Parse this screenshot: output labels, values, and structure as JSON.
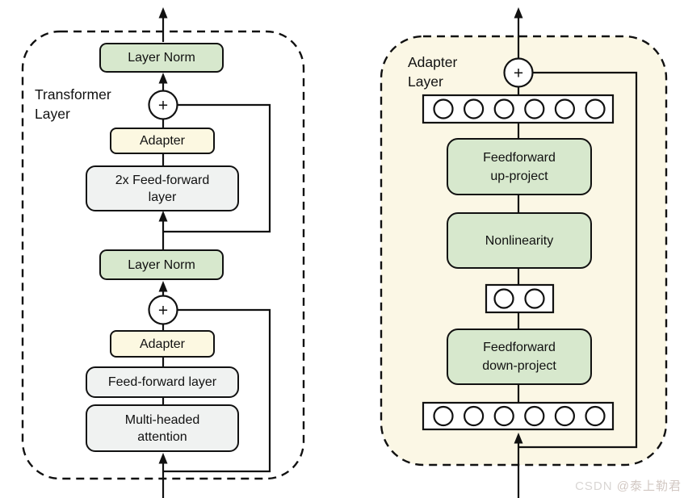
{
  "colors": {
    "box_green": "#d7e8cd",
    "box_yellow": "#fcf8e1",
    "box_gray": "#f0f2f1",
    "panel_cream": "#fbf7e5",
    "line": "#111111",
    "watermark_csdn": "#d9d6d4",
    "watermark_user": "#d2c8c3"
  },
  "left_panel": {
    "label": {
      "lines": [
        "Transformer",
        "Layer"
      ]
    },
    "plus_top": "+",
    "plus_bottom": "+",
    "boxes": {
      "layer_norm_top": {
        "label": "Layer Norm"
      },
      "adapter_top": {
        "label": "Adapter"
      },
      "feed_forward_2x": {
        "lines": [
          "2x Feed-forward",
          "layer"
        ]
      },
      "layer_norm_bottom": {
        "label": "Layer Norm"
      },
      "adapter_bottom": {
        "label": "Adapter"
      },
      "feed_forward": {
        "label": "Feed-forward layer"
      },
      "multi_head_attention": {
        "lines": [
          "Multi-headed",
          "attention"
        ]
      }
    }
  },
  "right_panel": {
    "label": {
      "lines": [
        "Adapter",
        "Layer"
      ]
    },
    "plus": "+",
    "boxes": {
      "up_project": {
        "lines": [
          "Feedforward",
          "up-project"
        ]
      },
      "nonlinearity": {
        "label": "Nonlinearity"
      },
      "down_project": {
        "lines": [
          "Feedforward",
          "down-project"
        ]
      }
    },
    "feature_rows": {
      "top_count": 6,
      "bottleneck_count": 2,
      "bottom_count": 6
    }
  },
  "watermark": {
    "site": "CSDN",
    "user": "@泰上勒君"
  }
}
